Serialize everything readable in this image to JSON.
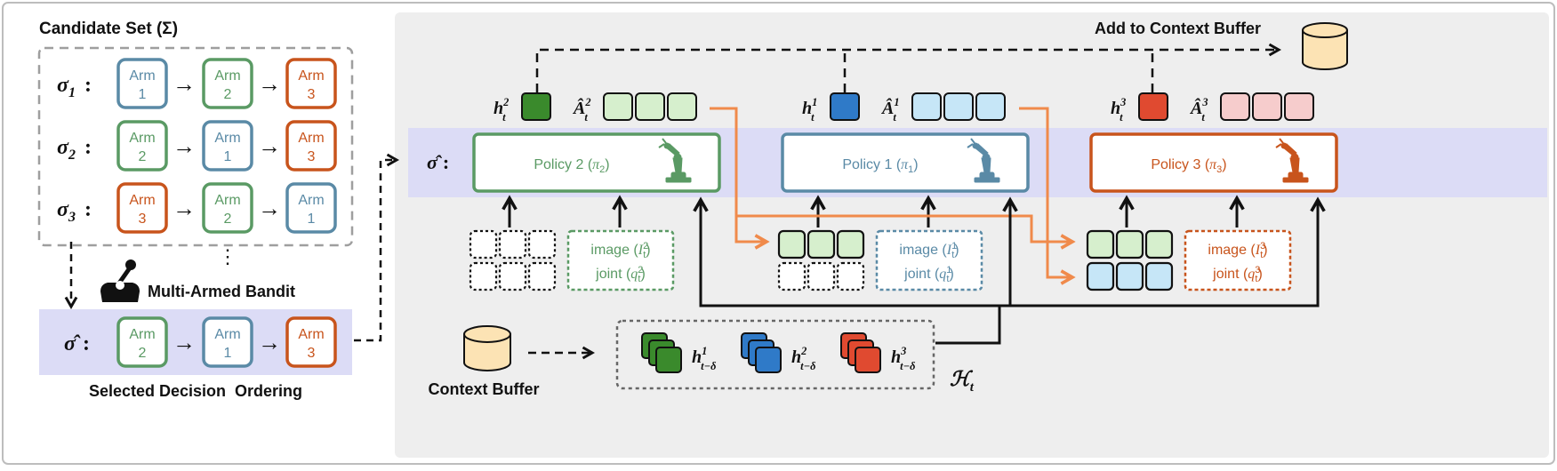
{
  "candidate_set": {
    "title": "Candidate Set (Σ)",
    "orderings": [
      {
        "label": "σ",
        "sub": "1",
        "sep": ":",
        "arms": [
          {
            "name": "Arm",
            "num": "1",
            "color": "#5a8aa6"
          },
          {
            "name": "Arm",
            "num": "2",
            "color": "#5a9a64"
          },
          {
            "name": "Arm",
            "num": "3",
            "color": "#c8541c"
          }
        ]
      },
      {
        "label": "σ",
        "sub": "2",
        "sep": ":",
        "arms": [
          {
            "name": "Arm",
            "num": "2",
            "color": "#5a9a64"
          },
          {
            "name": "Arm",
            "num": "1",
            "color": "#5a8aa6"
          },
          {
            "name": "Arm",
            "num": "3",
            "color": "#c8541c"
          }
        ]
      },
      {
        "label": "σ",
        "sub": "3",
        "sep": ":",
        "arms": [
          {
            "name": "Arm",
            "num": "3",
            "color": "#c8541c"
          },
          {
            "name": "Arm",
            "num": "2",
            "color": "#5a9a64"
          },
          {
            "name": "Arm",
            "num": "1",
            "color": "#5a8aa6"
          }
        ]
      }
    ],
    "ellipsis": "⋮",
    "arrow": "→"
  },
  "bandit": {
    "label": "Multi-Armed Bandit",
    "icon": "lever-icon"
  },
  "selected": {
    "label": "σ̂",
    "sep": ":",
    "caption": "Selected Decision  Ordering",
    "arms": [
      {
        "name": "Arm",
        "num": "2",
        "color": "#5a9a64"
      },
      {
        "name": "Arm",
        "num": "1",
        "color": "#5a8aa6"
      },
      {
        "name": "Arm",
        "num": "3",
        "color": "#c8541c"
      }
    ]
  },
  "pipeline": {
    "add_to_buffer_label": "Add to Context Buffer",
    "sigma_hat_label": "σ̂",
    "sigma_sep": ":",
    "policies": [
      {
        "name": "Policy 2",
        "pi": "π",
        "pi_sub": "2",
        "color": "#5a9a64",
        "h": {
          "base": "h",
          "sup": "2",
          "sub": "t"
        },
        "h_color": "#3a8a2c",
        "a": {
          "base": "Â",
          "sup": "2",
          "sub": "t"
        },
        "token_color": "#d6efcd",
        "image": {
          "base": "I",
          "sup": "2",
          "sub": "t"
        },
        "joint": {
          "base": "q",
          "sup": "2",
          "sub": "t"
        }
      },
      {
        "name": "Policy 1",
        "pi": "π",
        "pi_sub": "1",
        "color": "#5a8aa6",
        "h": {
          "base": "h",
          "sup": "1",
          "sub": "t"
        },
        "h_color": "#2f7ac8",
        "a": {
          "base": "Â",
          "sup": "1",
          "sub": "t"
        },
        "token_color": "#c6e6f7",
        "image": {
          "base": "I",
          "sup": "1",
          "sub": "t"
        },
        "joint": {
          "base": "q",
          "sup": "1",
          "sub": "t"
        }
      },
      {
        "name": "Policy 3",
        "pi": "π",
        "pi_sub": "3",
        "color": "#c8541c",
        "h": {
          "base": "h",
          "sup": "3",
          "sub": "t"
        },
        "h_color": "#e04a30",
        "a": {
          "base": "Â",
          "sup": "3",
          "sub": "t"
        },
        "token_color": "#f6cccc",
        "image": {
          "base": "I",
          "sup": "3",
          "sub": "t"
        },
        "joint": {
          "base": "q",
          "sup": "3",
          "sub": "t"
        }
      }
    ],
    "image_word": "image",
    "joint_word": "joint",
    "context_buffer_label": "Context Buffer",
    "history_label": {
      "base": "ℋ",
      "sub": "t"
    },
    "history_items": [
      {
        "base": "h",
        "sup": "1",
        "sub": "t−δ",
        "color": "#3a8a2c"
      },
      {
        "base": "h",
        "sup": "2",
        "sub": "t−δ",
        "color": "#2f7ac8"
      },
      {
        "base": "h",
        "sup": "3",
        "sub": "t−δ",
        "color": "#e04a30"
      }
    ]
  },
  "colors": {
    "orange_flow": "#f08a4b",
    "highlight_band": "#dcdcf6",
    "panel_bg": "#eeeeee",
    "green": "#5a9a64",
    "blue": "#5a8aa6",
    "orange": "#c8541c"
  }
}
